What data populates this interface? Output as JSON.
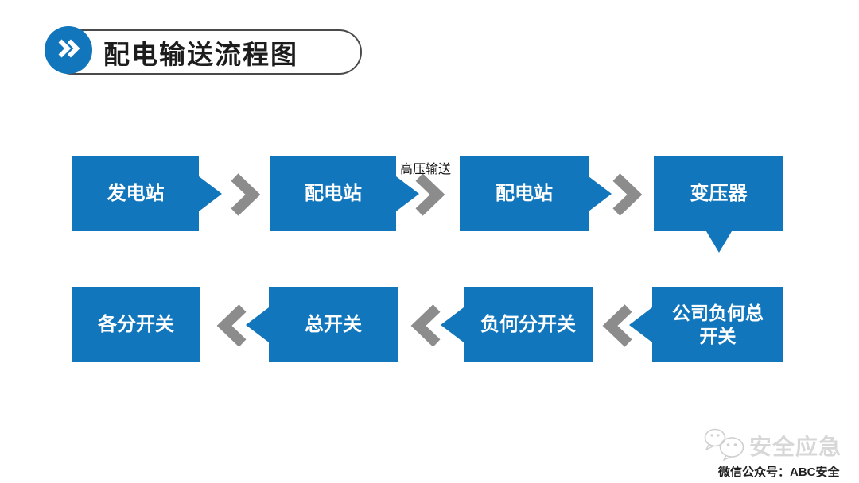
{
  "slide": {
    "title": "配电输送流程图"
  },
  "colors": {
    "box_blue": "#1276BC",
    "chevron_gray": "#8C8C8C",
    "title_border": "#4a4a4a",
    "watermark_gray": "#d7d7d7"
  },
  "flow": {
    "top_row": [
      {
        "label": "发电站"
      },
      {
        "label": "配电站"
      },
      {
        "label": "配电站"
      },
      {
        "label": "变压器"
      }
    ],
    "connector_label": "高压输送",
    "bottom_row": [
      {
        "label": "各分开关"
      },
      {
        "label": "总开关"
      },
      {
        "label": "负何分开关"
      },
      {
        "label": "公司负何总开关"
      }
    ]
  },
  "footer": {
    "brand": "安全应急",
    "account": "微信公众号：ABC安全"
  }
}
